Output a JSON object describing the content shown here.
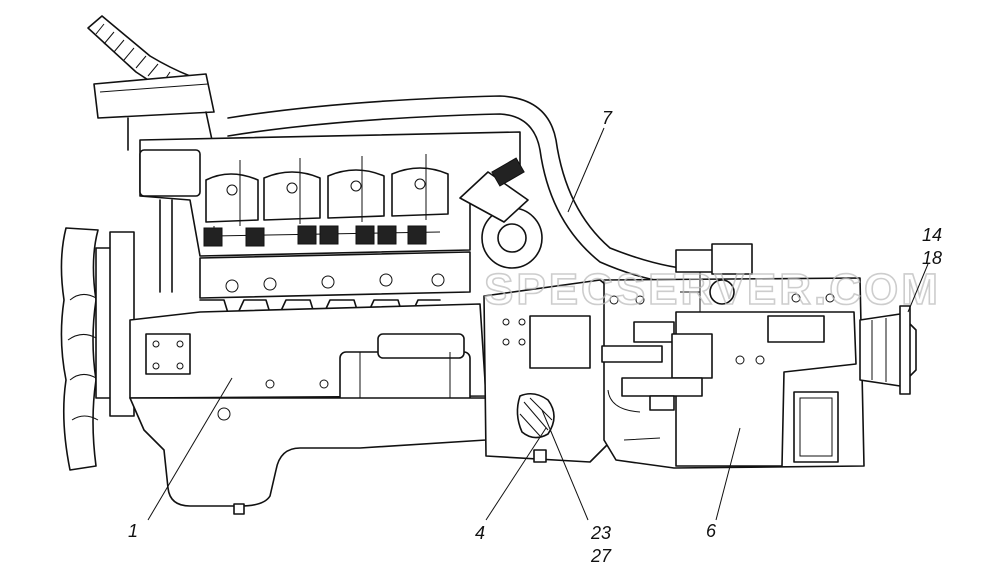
{
  "watermark": "SPECSERVER.COM",
  "callouts": [
    {
      "id": "1",
      "text": "1"
    },
    {
      "id": "4",
      "text": "4"
    },
    {
      "id": "6",
      "text": "6"
    },
    {
      "id": "7",
      "text": "7"
    },
    {
      "id": "14",
      "text": "14"
    },
    {
      "id": "18",
      "text": "18"
    },
    {
      "id": "23",
      "text": "23"
    },
    {
      "id": "27",
      "text": "27"
    }
  ],
  "colors": {
    "ink": "#111111",
    "watermark": "#bdbdbd",
    "background": "#ffffff"
  }
}
